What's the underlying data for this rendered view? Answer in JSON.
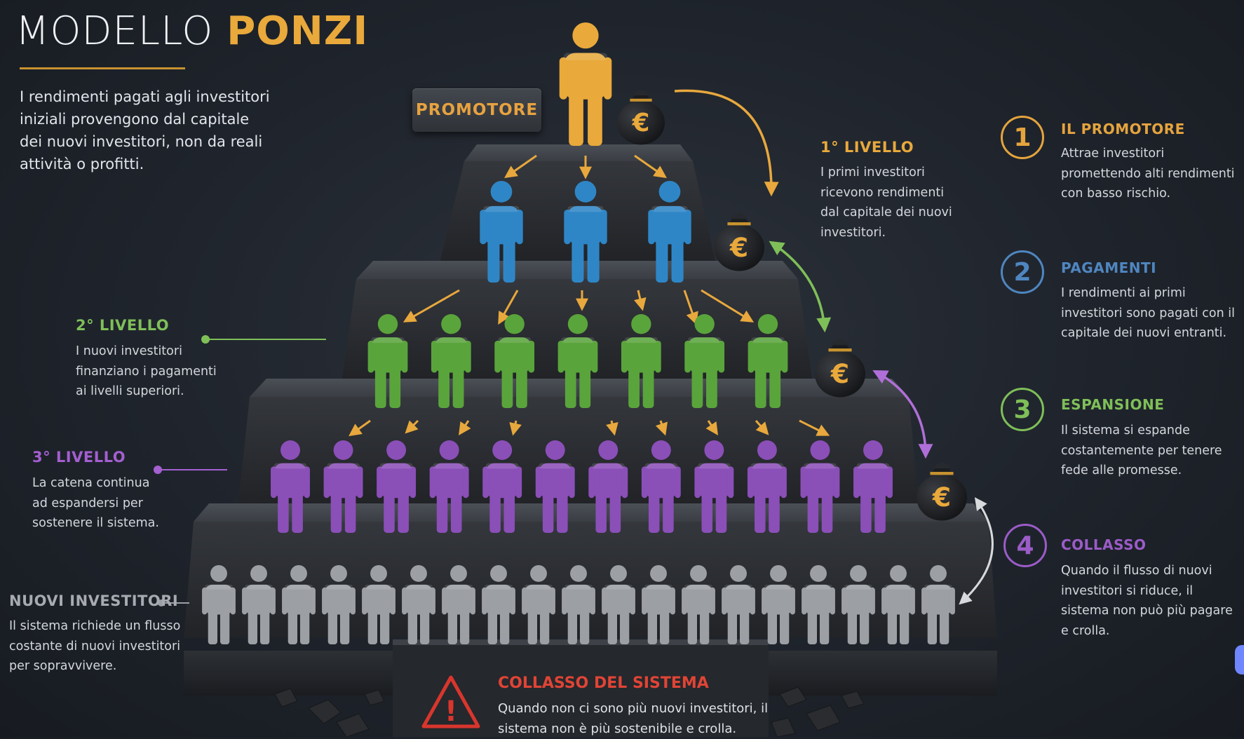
{
  "title": {
    "part1": "MODELLO",
    "part2": "PONZI"
  },
  "intro": "I rendimenti pagati agli investitori iniziali provengono dal capitale dei nuovi investitori, non da reali attività o profitti.",
  "promoter_label": "PROMOTORE",
  "levels": {
    "level1": {
      "title": "1° LIVELLO",
      "body": "I primi investitori ricevono rendimenti dal capitale dei nuovi investitori."
    },
    "level2": {
      "title": "2° LIVELLO",
      "body": "I nuovi investitori finanziano i pagamenti ai livelli superiori."
    },
    "level3": {
      "title": "3° LIVELLO",
      "body": "La catena continua ad espandersi per sostenere il sistema."
    },
    "new_investors": {
      "title": "NUOVI INVESTITORI",
      "body": "Il sistema richiede un flusso costante di nuovi investitori per sopravvivere."
    }
  },
  "steps": [
    {
      "number": "1",
      "title": "IL PROMOTORE",
      "body": "Attrae investitori promettendo alti rendimenti con basso rischio."
    },
    {
      "number": "2",
      "title": "PAGAMENTI",
      "body": "I rendimenti ai primi investitori sono pagati con il capitale dei nuovi entranti."
    },
    {
      "number": "3",
      "title": "ESPANSIONE",
      "body": "Il sistema si espande costantemente per tenere fede alle promesse."
    },
    {
      "number": "4",
      "title": "COLLASSO",
      "body": "Quando il flusso di nuovi investitori si riduce, il sistema non può più pagare e crolla."
    }
  ],
  "collapse": {
    "title": "COLLASSO DEL SISTEMA",
    "body": "Quando non ci sono più nuovi investitori, il sistema non è più sostenibile e crolla."
  },
  "money_symbol": "€",
  "warning_symbol": "!",
  "colors": {
    "promoter": "#e9a93b",
    "level1": "#2f86c6",
    "level2": "#5aa43c",
    "level3": "#8b4fb8",
    "new_investors": "#9c9fa4",
    "collapse": "#e04436",
    "step1": "#e5a43e",
    "step2": "#4f86c0",
    "step3": "#7fbf58",
    "step4": "#9b5cc8"
  },
  "figure_counts": {
    "promoter": 1,
    "level1": 3,
    "level2": 7,
    "level3": 12,
    "new_investors": 19
  },
  "icons": [
    "person-icon",
    "money-bag-icon",
    "warning-icon",
    "arrow-icon"
  ]
}
